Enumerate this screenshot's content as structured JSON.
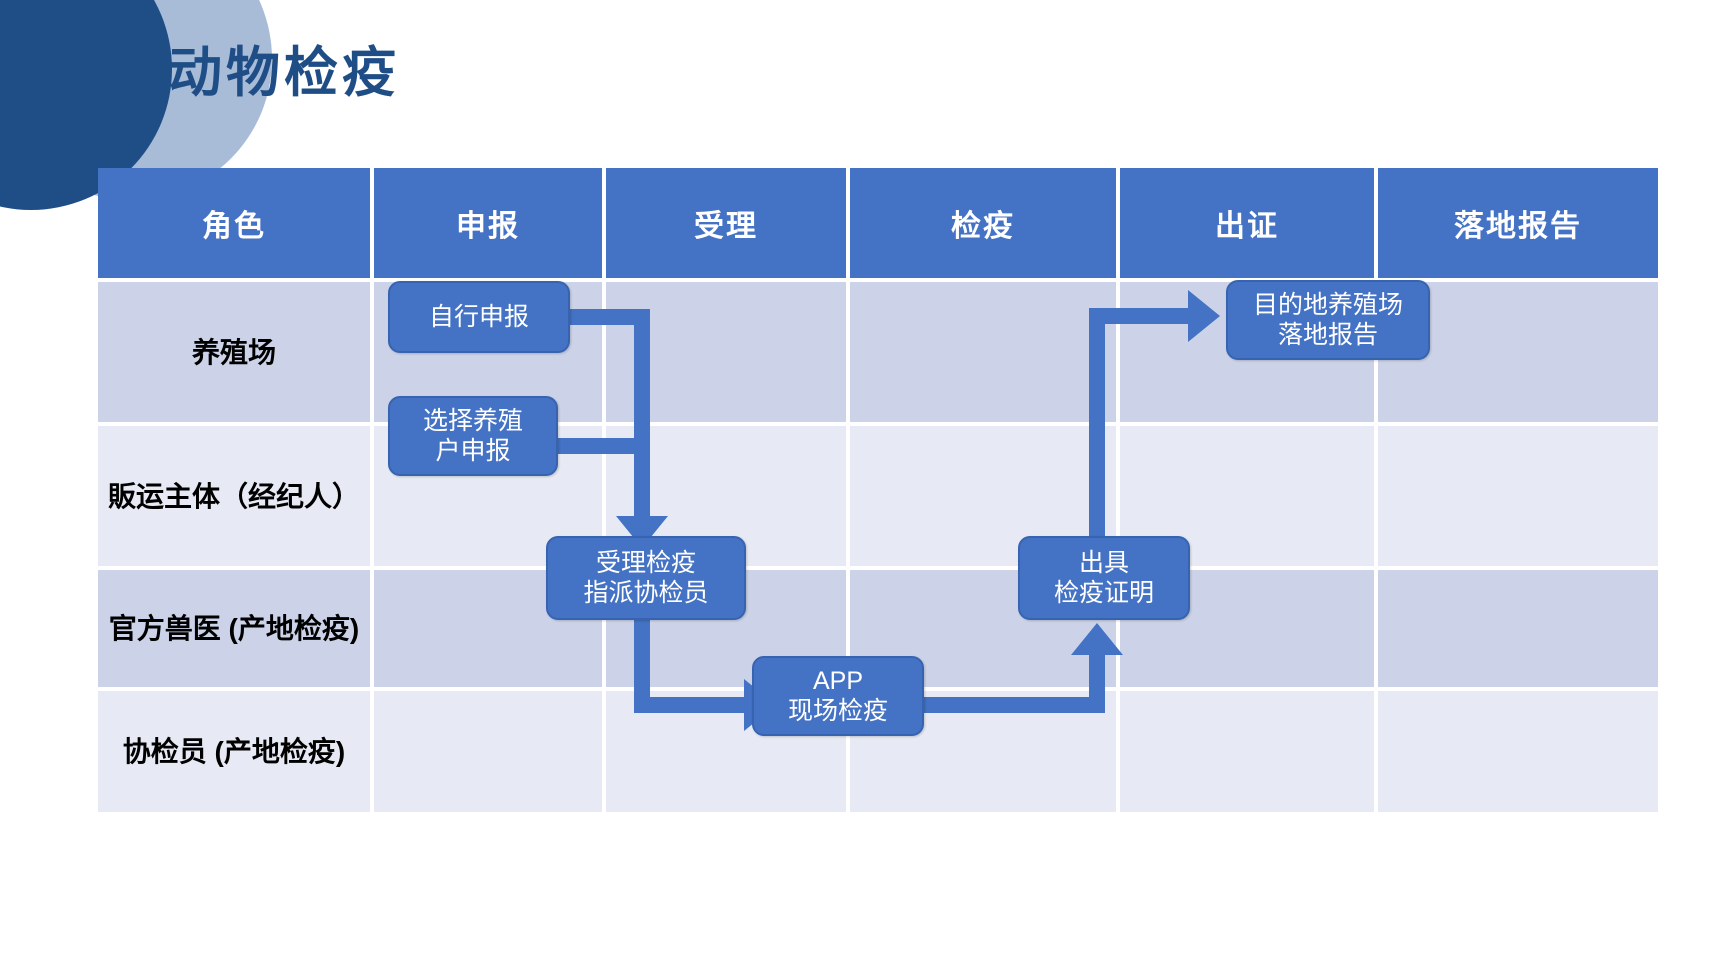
{
  "slide": {
    "title": "动物检疫",
    "title_color": "#1f4e87",
    "accent_color": "#4472c4",
    "deco_dark_color": "#1f4e87",
    "deco_light_color": "#a8bcd8"
  },
  "table": {
    "headers": [
      "角色",
      "申报",
      "受理",
      "检疫",
      "出证",
      "落地报告"
    ],
    "rows": [
      {
        "label": "养殖场"
      },
      {
        "label": "販运主体（经纪人）"
      },
      {
        "label": "官方兽医\n(产地检疫)"
      },
      {
        "label": "协检员\n(产地检疫)"
      }
    ]
  },
  "process_boxes": [
    {
      "id": "self-declare",
      "label": "自行申报"
    },
    {
      "id": "select-farmer",
      "label": "选择养殖\n户申报"
    },
    {
      "id": "accept-assign",
      "label": "受理检疫\n指派协检员"
    },
    {
      "id": "app-field-check",
      "label": "APP\n现场检疫"
    },
    {
      "id": "issue-certificate",
      "label": "出具\n检疫证明"
    },
    {
      "id": "dest-farm-report",
      "label": "目的地养殖场\n落地报告"
    }
  ]
}
